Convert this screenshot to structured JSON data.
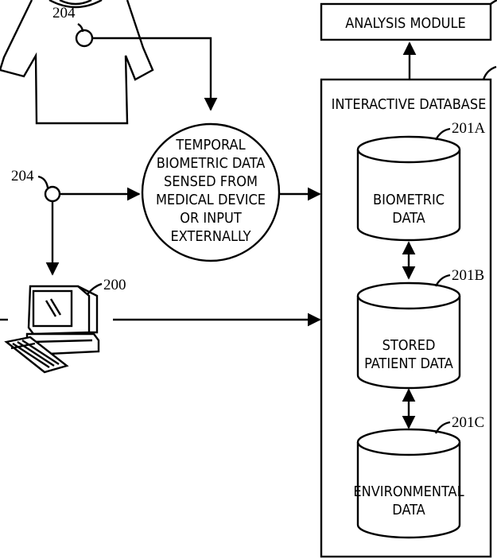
{
  "analysis_module": {
    "label": "ANALYSIS MODULE"
  },
  "interactive_database": {
    "label": "INTERACTIVE DATABASE",
    "stores": [
      {
        "ref": "201A",
        "lines": [
          "BIOMETRIC",
          "DATA"
        ]
      },
      {
        "ref": "201B",
        "lines": [
          "STORED",
          "PATIENT DATA"
        ]
      },
      {
        "ref": "201C",
        "lines": [
          "ENVIRONMENTAL",
          "DATA"
        ]
      }
    ]
  },
  "temporal_node": {
    "lines": [
      "TEMPORAL",
      "BIOMETRIC DATA",
      "SENSED FROM",
      "MEDICAL DEVICE",
      "OR INPUT",
      "EXTERNALLY"
    ]
  },
  "sensor_refs": {
    "shirt_sensor": "204",
    "standalone_sensor": "204"
  },
  "computer_ref": "200"
}
